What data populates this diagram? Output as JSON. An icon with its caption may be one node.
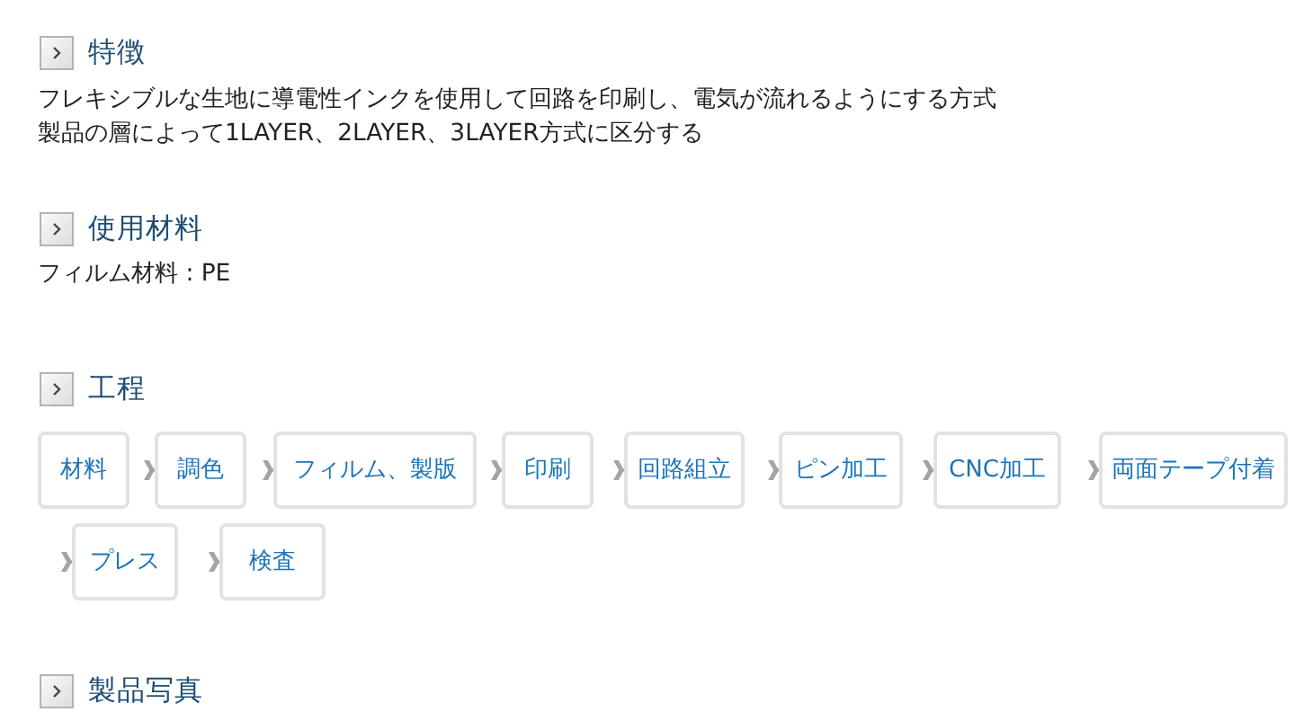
{
  "diagram": {
    "nodes": [
      {
        "text": [
          "材料"
        ]
      },
      {
        "text": [
          "調色"
        ]
      },
      {
        "text": [
          "フィルム、製版"
        ]
      },
      {
        "text": [
          "印刷"
        ]
      },
      {
        "text": [
          "回路組立"
        ]
      },
      {
        "text": [
          "ピン加工"
        ]
      },
      {
        "text": [
          "CNC加工"
        ]
      },
      {
        "text": [
          "両面テープ付着"
        ]
      },
      {
        "text": [
          "プレス"
        ]
      },
      {
        "text": [
          "検査"
        ]
      }
    ],
    "edges": [
      {
        "from": 0,
        "to": 1,
        "arrow": "to"
      },
      {
        "from": 1,
        "to": 2,
        "arrow": "to"
      },
      {
        "from": 2,
        "to": 3,
        "arrow": "to"
      },
      {
        "from": 3,
        "to": 4,
        "arrow": "to"
      },
      {
        "from": 4,
        "to": 5,
        "arrow": "to"
      },
      {
        "from": 5,
        "to": 6,
        "arrow": "to"
      },
      {
        "from": 6,
        "to": 7,
        "arrow": "to"
      },
      {
        "from": null,
        "to": 8,
        "arrow": "to"
      },
      {
        "from": 8,
        "to": 9,
        "arrow": "to"
      }
    ],
    "labels": [
      "特徴",
      "フレキシブルな生地に導電性インクを使用して回路を印刷し、電気が流れるようにする方式",
      "製品の層によって1LAYER、2LAYER、3LAYER方式に区分する",
      "使用材料",
      "フィルム材料 : PE",
      "工程",
      "製品写真"
    ]
  }
}
